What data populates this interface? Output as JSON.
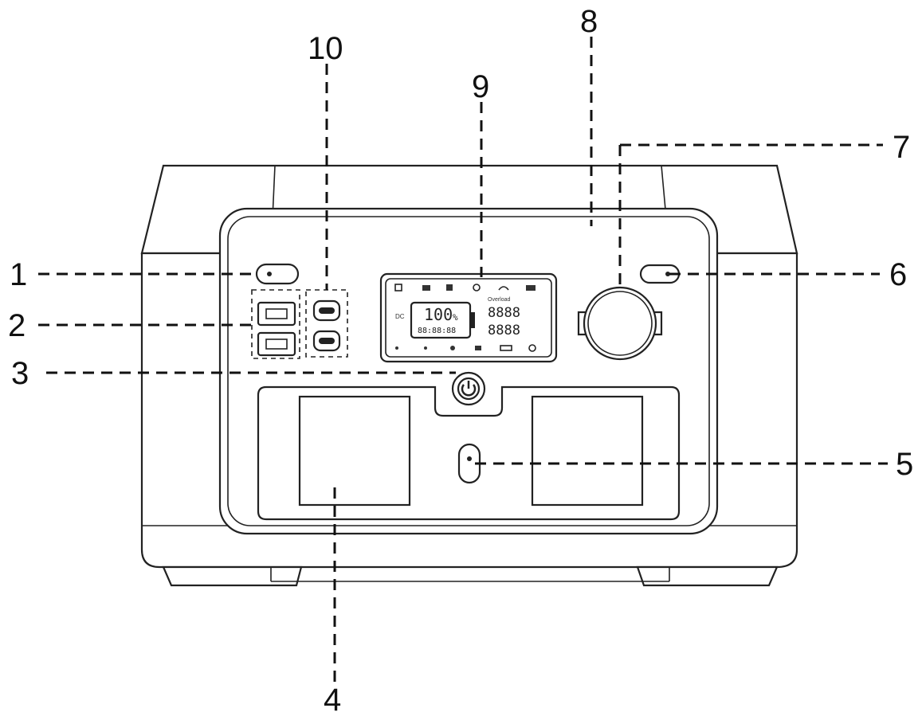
{
  "callouts": [
    {
      "id": 1,
      "label": "1"
    },
    {
      "id": 2,
      "label": "2"
    },
    {
      "id": 3,
      "label": "3"
    },
    {
      "id": 4,
      "label": "4"
    },
    {
      "id": 5,
      "label": "5"
    },
    {
      "id": 6,
      "label": "6"
    },
    {
      "id": 7,
      "label": "7"
    },
    {
      "id": 8,
      "label": "8"
    },
    {
      "id": 9,
      "label": "9"
    },
    {
      "id": 10,
      "label": "10"
    }
  ],
  "display": {
    "battery_percent": "100",
    "percent_sign": "%",
    "time_readout": "88:88:88",
    "overload": "Overload",
    "segment_top": "8888",
    "segment_bottom": "8888"
  }
}
